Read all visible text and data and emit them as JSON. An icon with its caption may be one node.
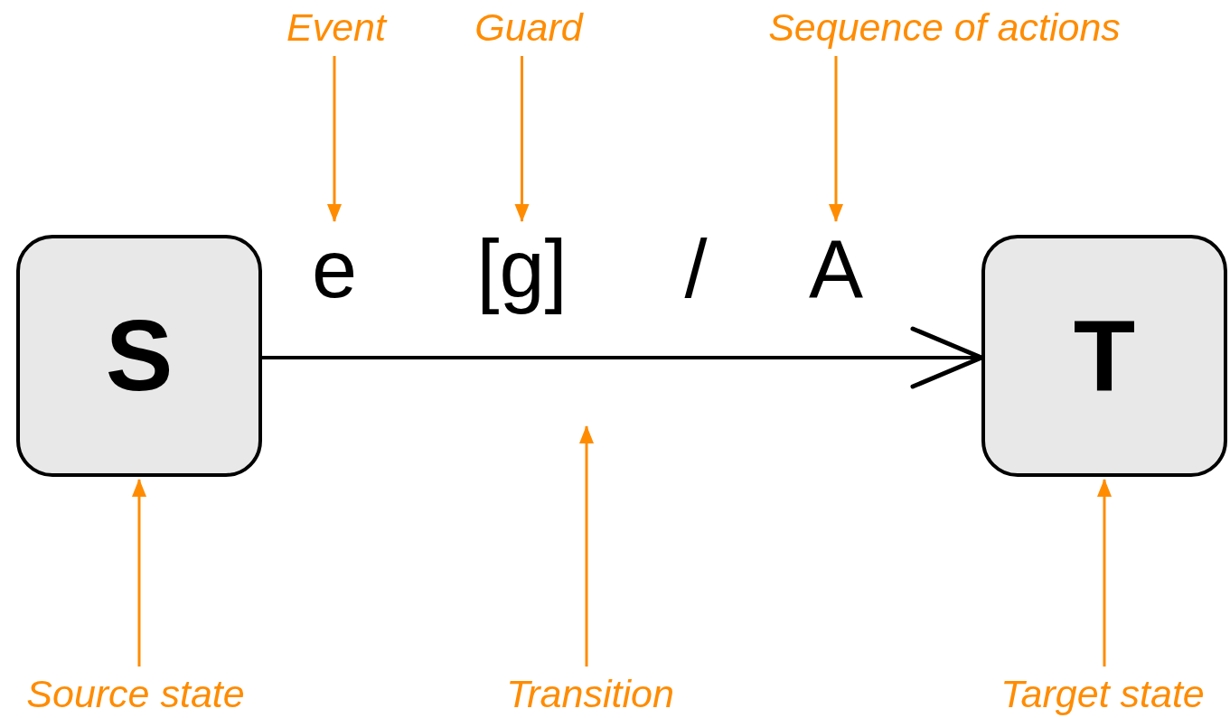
{
  "diagram": {
    "nodes": [
      {
        "text": [
          "S"
        ]
      },
      {
        "text": [
          "T"
        ]
      },
      {
        "text": [
          "e"
        ]
      },
      {
        "text": [
          "[g]"
        ]
      },
      {
        "text": [
          "A"
        ]
      },
      {
        "text": [
          "Event"
        ]
      },
      {
        "text": [
          "Guard"
        ]
      },
      {
        "text": [
          "Sequence of actions"
        ]
      },
      {
        "text": [
          "Source state"
        ]
      },
      {
        "text": [
          "Transition"
        ]
      },
      {
        "text": [
          "Target state"
        ]
      }
    ],
    "edges": [
      {
        "from": 0,
        "to": 1,
        "arrow": "to",
        "color": "#000000"
      },
      {
        "from": 5,
        "to": 2,
        "arrow": "to",
        "color": "#ff8c00"
      },
      {
        "from": 6,
        "to": 3,
        "arrow": "to",
        "color": "#ff8c00"
      },
      {
        "from": 7,
        "to": 4,
        "arrow": "to",
        "color": "#ff8c00"
      },
      {
        "from": 8,
        "to": 0,
        "arrow": "to",
        "color": "#ff8c00"
      },
      {
        "from": 9,
        "to": null,
        "arrow": "to",
        "color": "#ff8c00"
      },
      {
        "from": 10,
        "to": 1,
        "arrow": "to",
        "color": "#ff8c00"
      }
    ],
    "labels": [
      "/"
    ]
  }
}
